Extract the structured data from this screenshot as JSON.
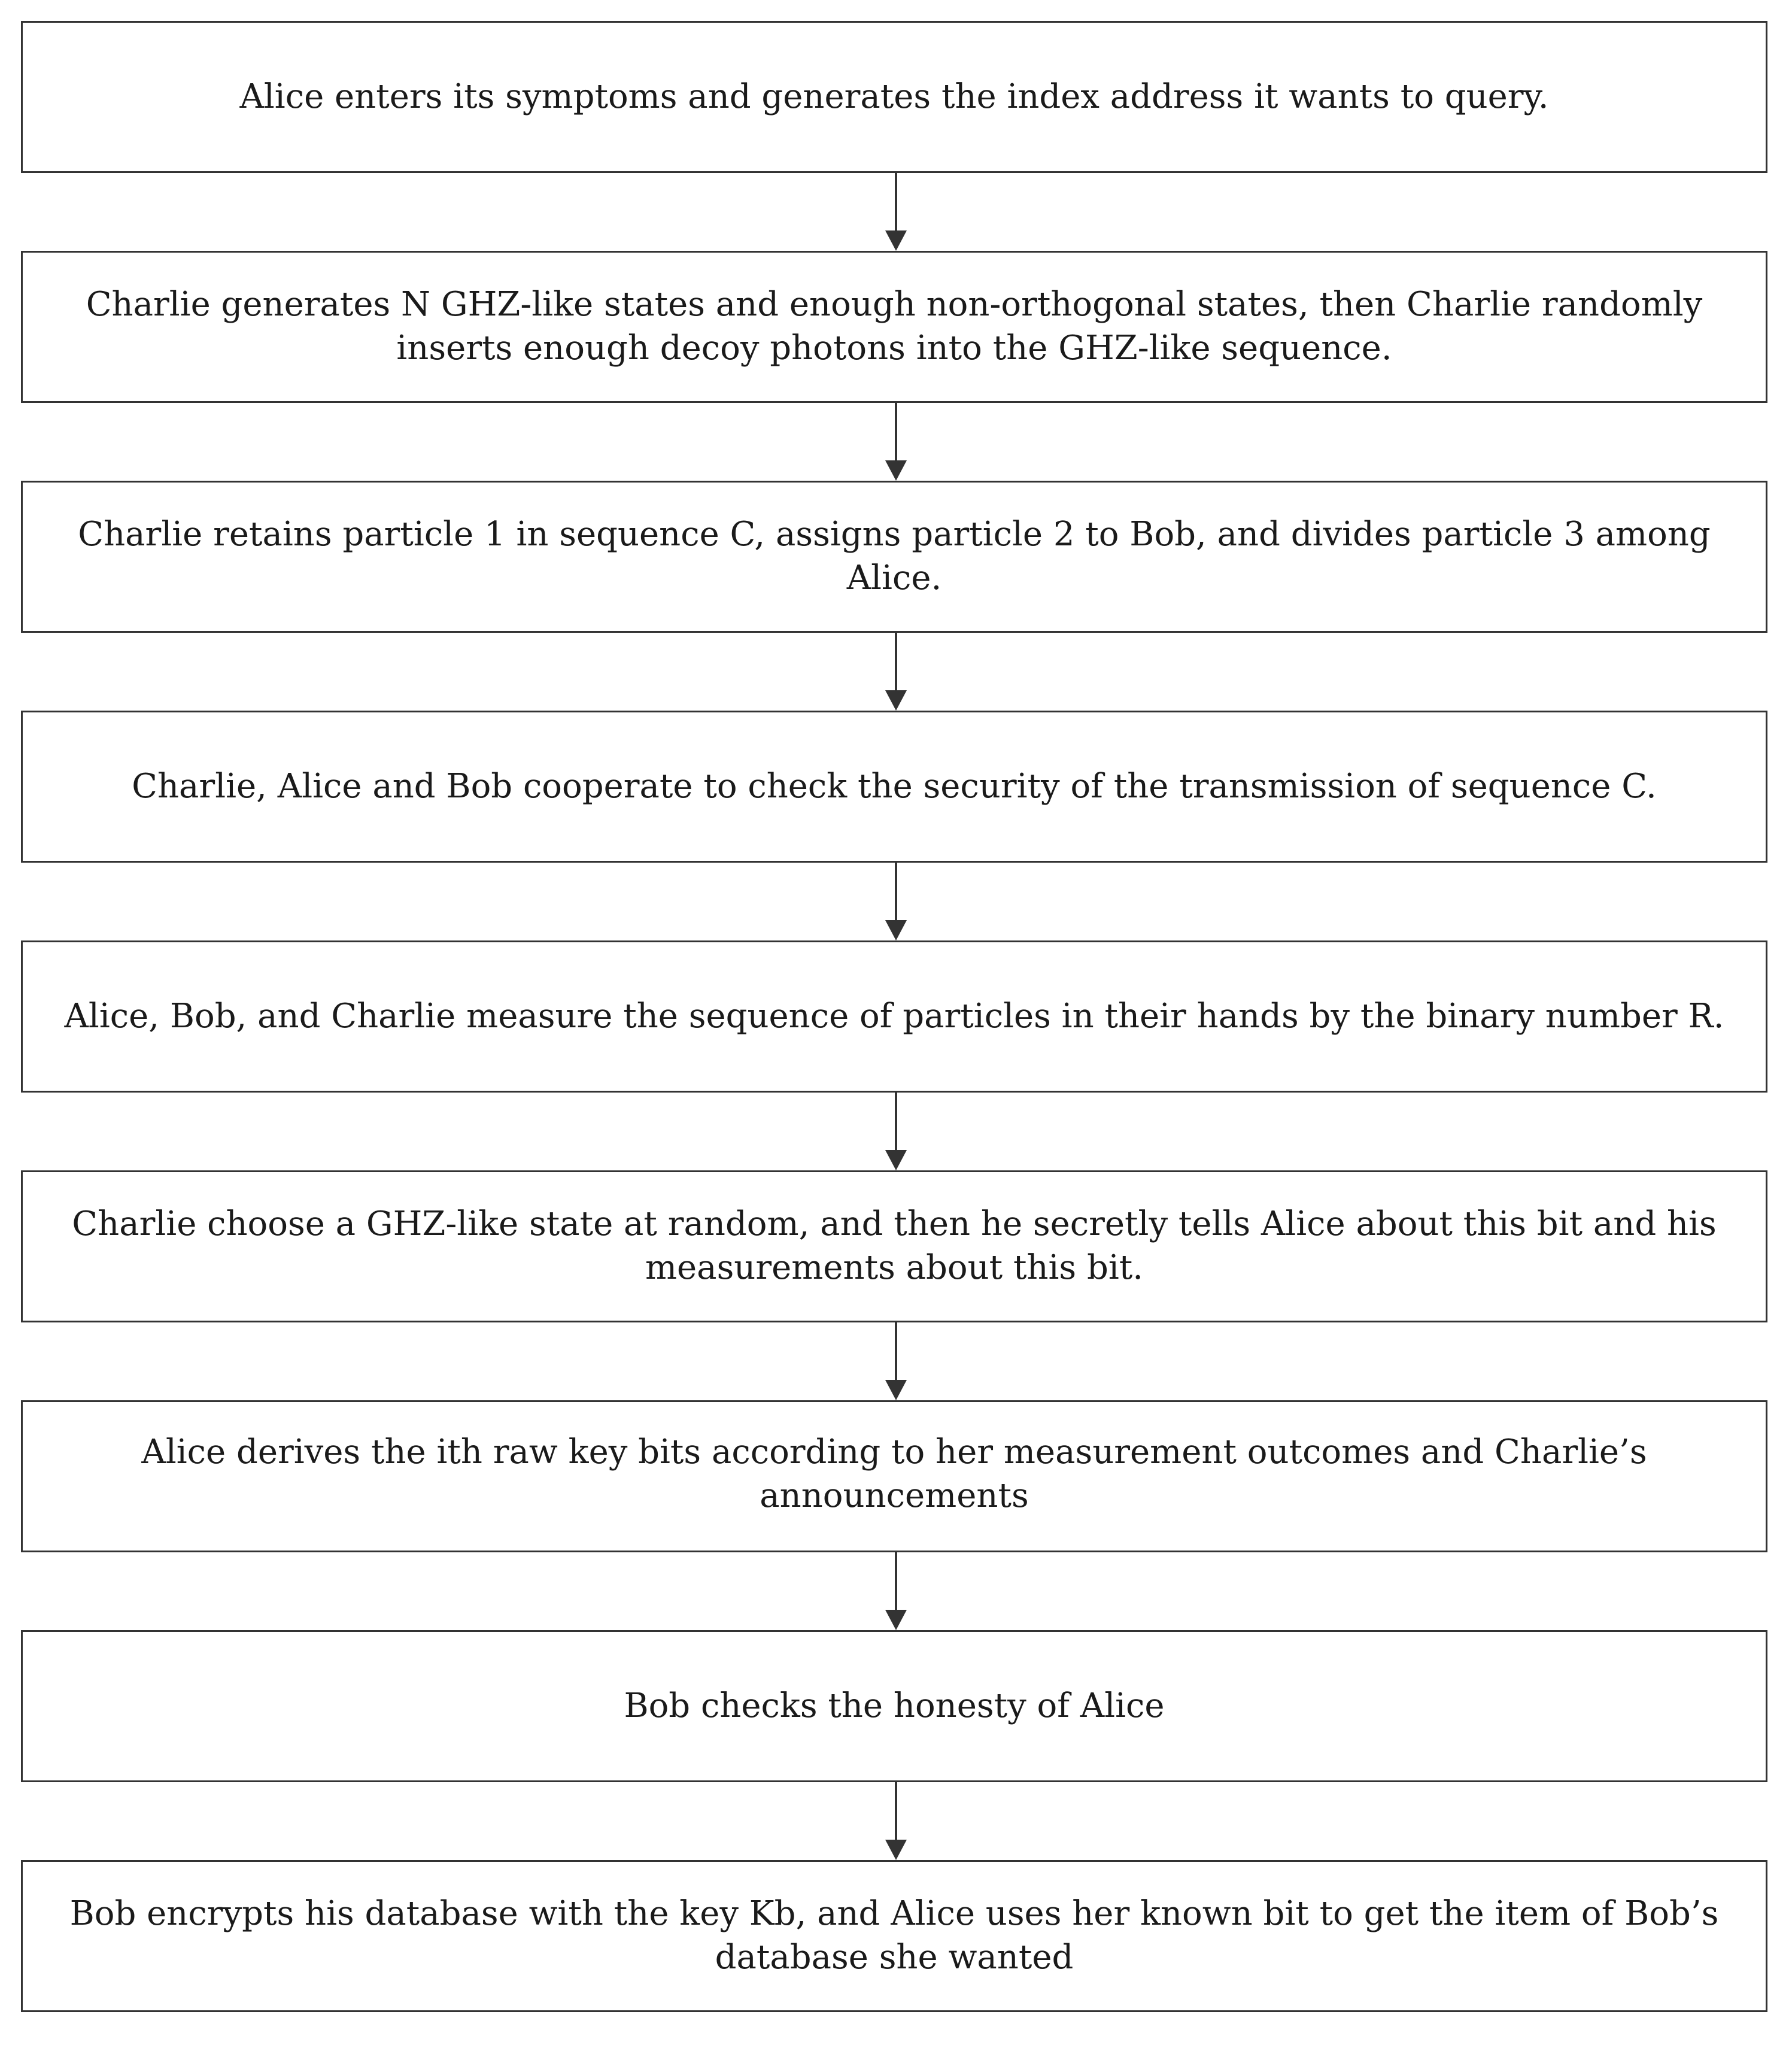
{
  "flowchart": {
    "steps": [
      "Alice enters its symptoms and generates the index address it wants to query.",
      "Charlie generates N GHZ-like states  and enough non-orthogonal states, then Charlie randomly inserts enough decoy photons into the GHZ-like sequence.",
      "Charlie retains particle 1 in sequence C, assigns particle 2 to Bob, and divides particle 3 among Alice.",
      "Charlie, Alice and Bob cooperate to check the security of the transmission of sequence C.",
      "Alice, Bob, and Charlie measure the sequence of particles in their hands by the binary number R.",
      "Charlie choose a GHZ-like state at random, and then he secretly tells Alice about this bit and his measurements about this bit.",
      "Alice derives the ith raw key bits according to her measurement outcomes and Charlie’s announcements",
      "Bob checks the honesty of Alice",
      "Bob encrypts his database with the key Kb, and Alice uses her known bit to get the item of Bob’s database she wanted"
    ],
    "colors": {
      "border": "#333333",
      "arrow": "#333333",
      "text": "#1a1a1a",
      "background": "#ffffff"
    }
  }
}
